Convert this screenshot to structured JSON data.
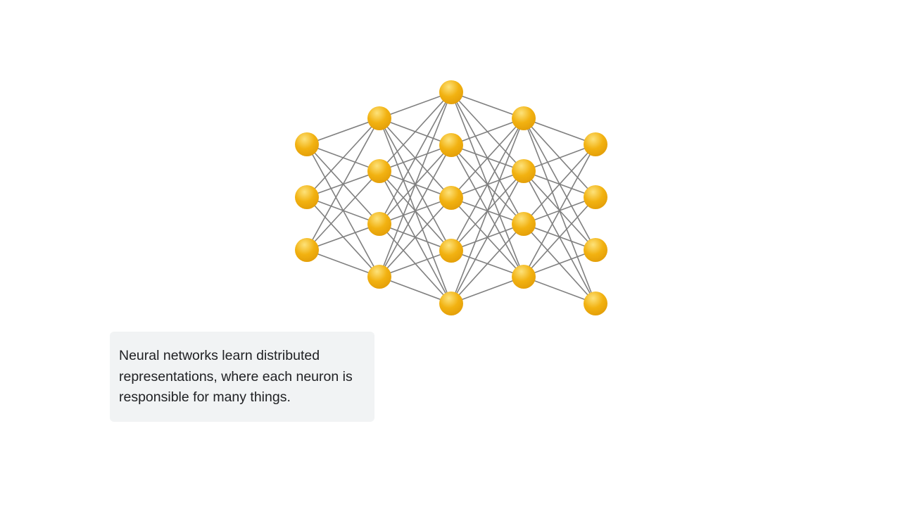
{
  "diagram": {
    "type": "feedforward-neural-network",
    "layer_sizes": [
      3,
      4,
      5,
      4,
      4
    ],
    "node_color": "#f2b211",
    "node_highlight_color": "#fde27a",
    "node_shadow_color": "#e39e08",
    "edge_color": "#7f7f7f",
    "edge_pattern": "fully-connected-adjacent-layers"
  },
  "caption": {
    "text": "Neural networks learn distributed representations, where each neuron is responsible for many things."
  }
}
